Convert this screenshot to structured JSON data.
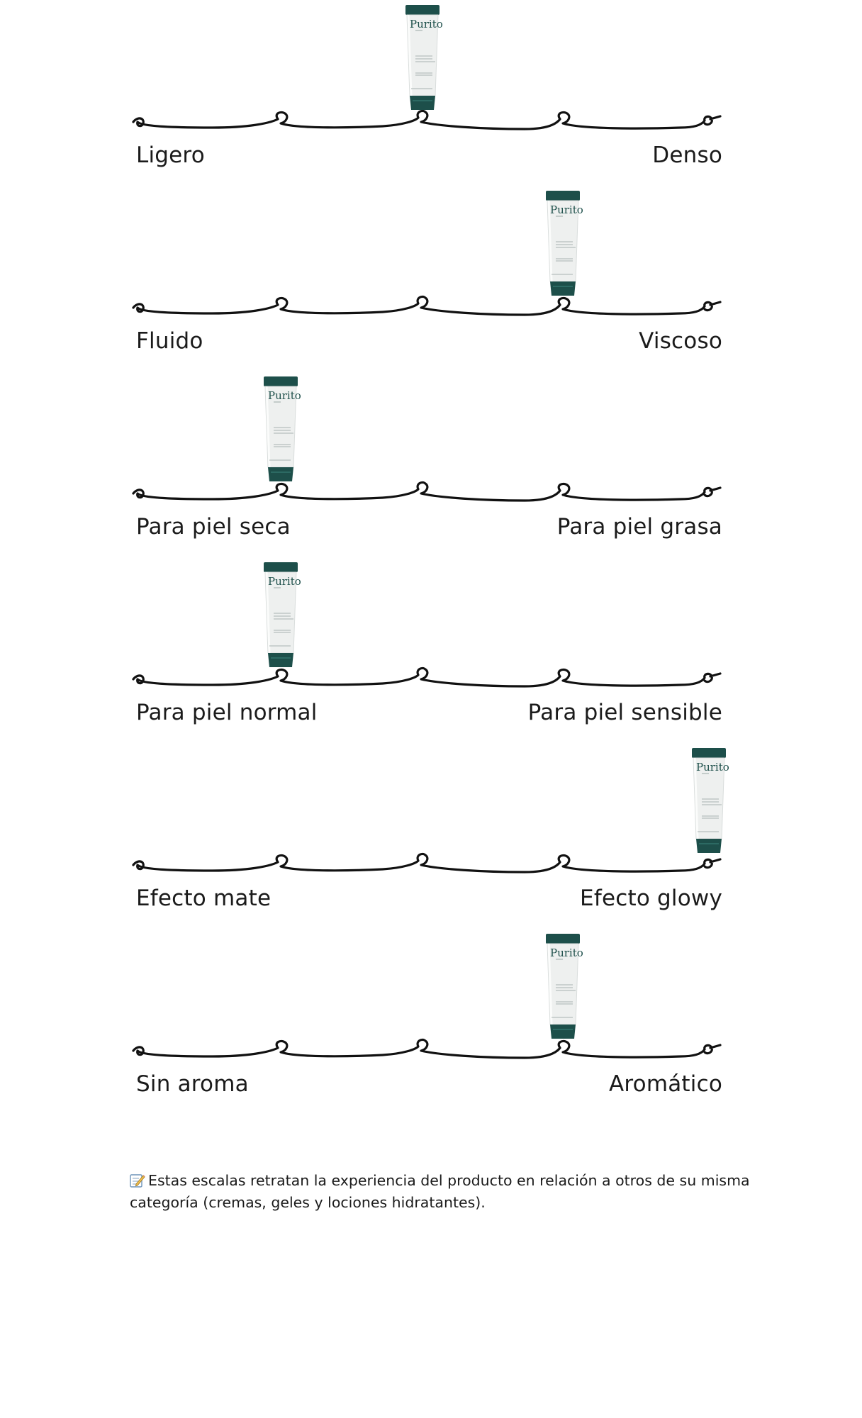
{
  "product": {
    "brand_text": "Purito",
    "tube_color": "#1d4f4a",
    "tube_body_color": "#eef0ef"
  },
  "scales": [
    {
      "left_label": "Ligero",
      "right_label": "Denso",
      "position": 3
    },
    {
      "left_label": "Fluido",
      "right_label": "Viscoso",
      "position": 4
    },
    {
      "left_label": "Para piel seca",
      "right_label": "Para piel grasa",
      "position": 2
    },
    {
      "left_label": "Para piel normal",
      "right_label": "Para piel sensible",
      "position": 2
    },
    {
      "left_label": "Efecto mate",
      "right_label": "Efecto glowy",
      "position": 5
    },
    {
      "left_label": "Sin aroma",
      "right_label": "Aromático",
      "position": 4
    }
  ],
  "note": {
    "icon": "memo-icon",
    "text": "Estas escalas retratan la experiencia del producto en relación a otros de su misma categoría (cremas, geles y lociones hidratantes)."
  }
}
